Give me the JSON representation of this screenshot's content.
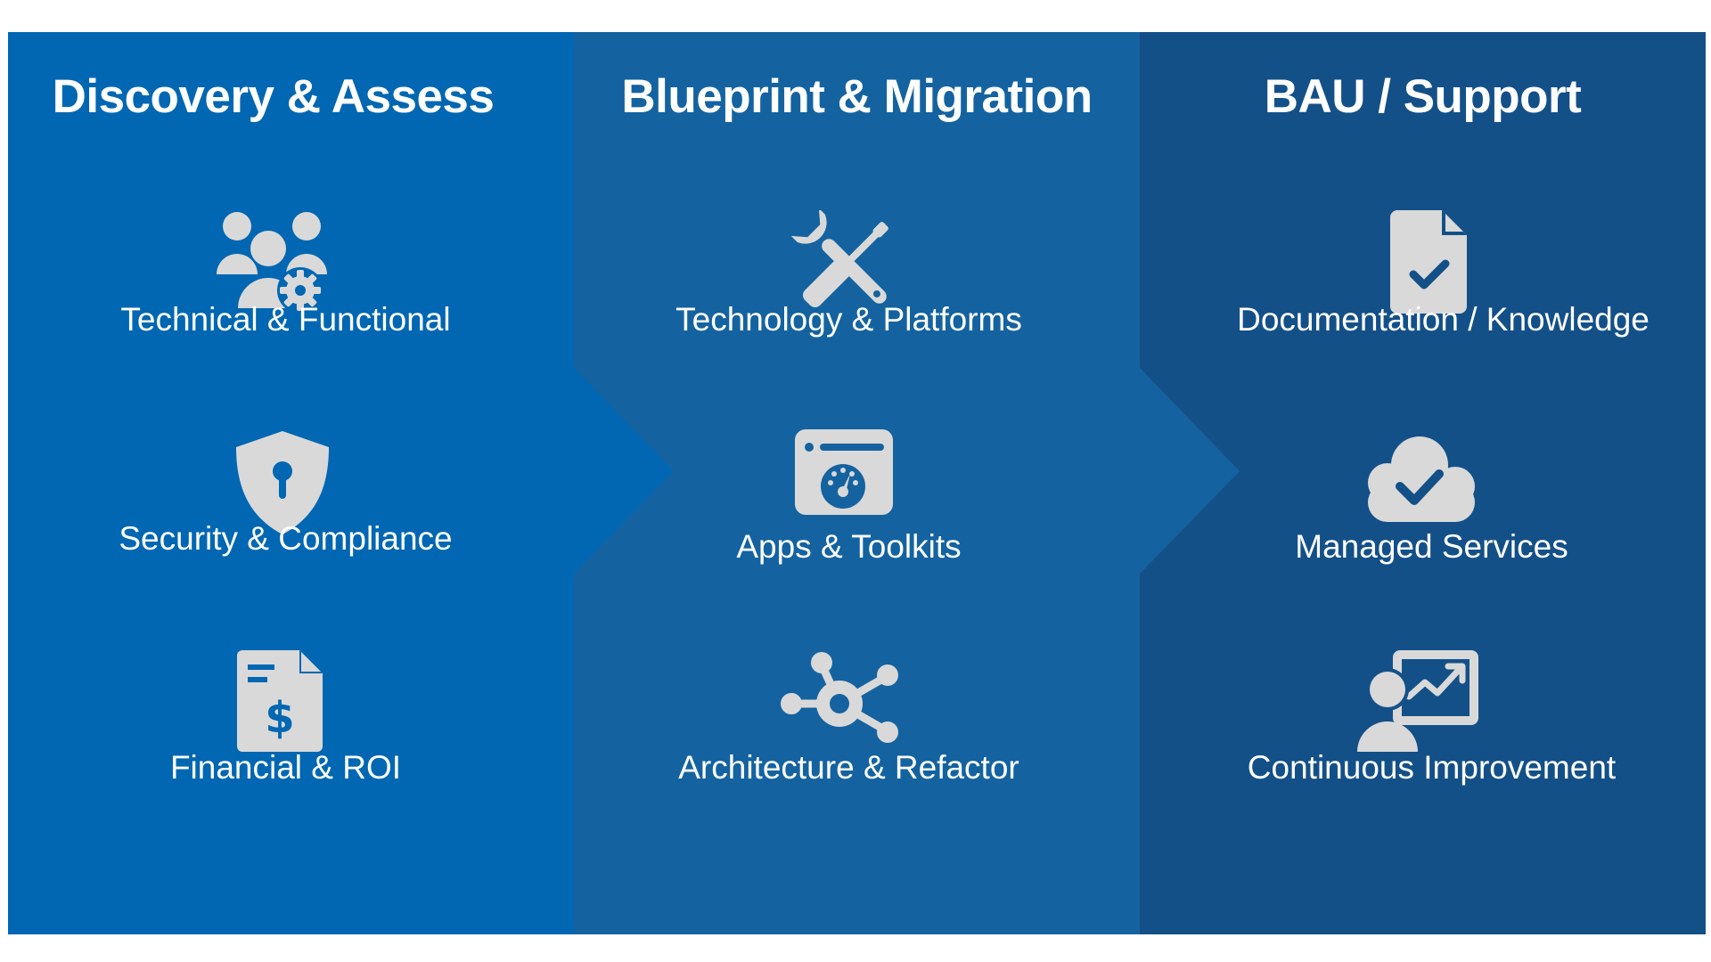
{
  "colors": {
    "stage_1": "#0167b2",
    "stage_2": "#1463a0",
    "stage_3": "#145088",
    "icon": "#d9d9d9",
    "text": "#ffffff"
  },
  "stages": [
    {
      "title": "Discovery & Assess",
      "items": [
        {
          "label": "Technical & Functional",
          "icon": "users-gear-icon"
        },
        {
          "label": "Security & Compliance",
          "icon": "shield-keyhole-icon"
        },
        {
          "label": "Financial & ROI",
          "icon": "invoice-dollar-icon"
        }
      ]
    },
    {
      "title": "Blueprint & Migration",
      "items": [
        {
          "label": "Technology & Platforms",
          "icon": "screwdriver-wrench-icon"
        },
        {
          "label": "Apps & Toolkits",
          "icon": "app-window-gauge-icon"
        },
        {
          "label": "Architecture & Refactor",
          "icon": "hub-network-icon"
        }
      ]
    },
    {
      "title": "BAU / Support",
      "items": [
        {
          "label": "Documentation / Knowledge",
          "icon": "document-check-icon"
        },
        {
          "label": "Managed Services",
          "icon": "cloud-check-icon"
        },
        {
          "label": "Continuous Improvement",
          "icon": "presentation-chart-icon"
        }
      ]
    }
  ]
}
